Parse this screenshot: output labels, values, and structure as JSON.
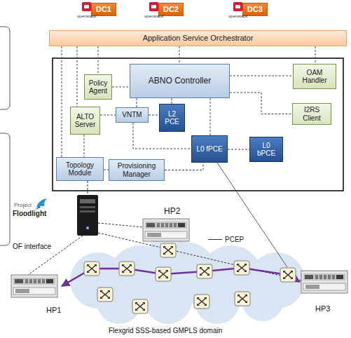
{
  "diagram": {
    "nodes": [
      {
        "text": [
          "DC1"
        ]
      },
      {
        "text": [
          "DC2"
        ]
      },
      {
        "text": [
          "DC3"
        ]
      },
      {
        "text": [
          "Application Service Orchestrator"
        ]
      },
      {
        "text": [
          "Policy Agent"
        ]
      },
      {
        "text": [
          "ABNO Controller"
        ]
      },
      {
        "text": [
          "OAM Handler"
        ]
      },
      {
        "text": [
          "ALTO Server"
        ]
      },
      {
        "text": [
          "VNTM"
        ]
      },
      {
        "text": [
          "L2 PCE"
        ]
      },
      {
        "text": [
          "I2RS Client"
        ]
      },
      {
        "text": [
          "L0 fPCE"
        ]
      },
      {
        "text": [
          "L0 bPCE"
        ]
      },
      {
        "text": [
          "Topology Module"
        ]
      },
      {
        "text": [
          "Provisioning Manager"
        ]
      }
    ],
    "edges": [
      {
        "from": 3,
        "to": 4,
        "arrow": "none"
      },
      {
        "from": 3,
        "to": 5,
        "arrow": "none"
      },
      {
        "from": 3,
        "to": 6,
        "arrow": "none"
      },
      {
        "from": 3,
        "to": 7,
        "arrow": "none"
      },
      {
        "from": 3,
        "to": 13,
        "arrow": "none"
      },
      {
        "from": 4,
        "to": 5,
        "arrow": "none"
      },
      {
        "from": 5,
        "to": 6,
        "arrow": "none"
      },
      {
        "from": 5,
        "to": 10,
        "arrow": "none"
      },
      {
        "from": 5,
        "to": 8,
        "arrow": "none"
      },
      {
        "from": 5,
        "to": 9,
        "arrow": "none"
      },
      {
        "from": 5,
        "to": 11,
        "arrow": "none"
      },
      {
        "from": 7,
        "to": 8,
        "arrow": "none"
      },
      {
        "from": 8,
        "to": 9,
        "arrow": "none"
      },
      {
        "from": 8,
        "to": 11,
        "arrow": "none"
      },
      {
        "from": 7,
        "to": 13,
        "arrow": "none"
      },
      {
        "from": 13,
        "to": 14,
        "arrow": "none"
      },
      {
        "from": 14,
        "to": 11,
        "arrow": "none"
      },
      {
        "from": 11,
        "to": 12,
        "arrow": "none"
      }
    ],
    "labels": [
      "openstack",
      "openstack",
      "openstack",
      "Project",
      "Floodlight",
      "HP2",
      "OF interface",
      "HP1",
      "HP3",
      "Flexgrid SSS-based GMPLS domain"
    ],
    "legend": [
      {
        "text": "PCEP"
      }
    ]
  }
}
